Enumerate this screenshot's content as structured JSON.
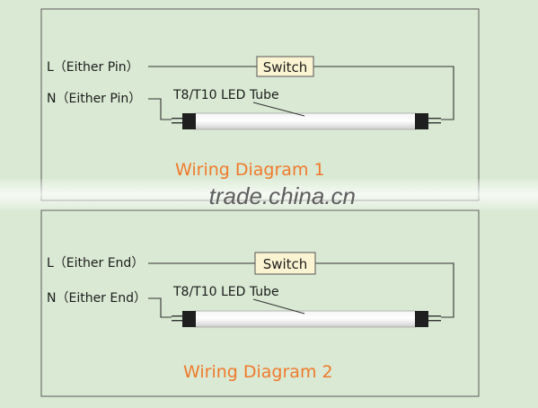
{
  "watermark": "trade.china.cn",
  "colors": {
    "background": "#d9e9d3",
    "title": "#f07a2c",
    "line": "#333333",
    "switch_fill": "#fbf4d2"
  },
  "diagrams": [
    {
      "live_label": "L（Either Pin）",
      "neutral_label": "N（Either Pin）",
      "tube_label": "T8/T10 LED Tube",
      "switch_label": "Switch",
      "title": "Wiring Diagram 1"
    },
    {
      "live_label": "L（Either End）",
      "neutral_label": "N（Either End）",
      "tube_label": "T8/T10 LED Tube",
      "switch_label": "Switch",
      "title": "Wiring Diagram 2"
    }
  ]
}
